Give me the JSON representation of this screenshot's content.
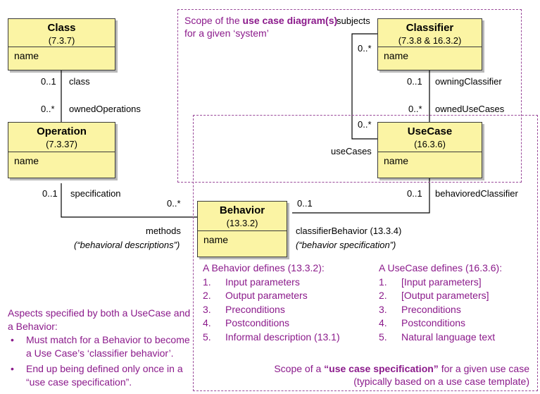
{
  "scopes": {
    "use_case_diagram": {
      "prefix": "Scope of the ",
      "bold": "use case diagram(s)",
      "line2": "for a given ‘system’"
    },
    "use_case_spec": {
      "prefix": "Scope of a ",
      "bold": "“use case specification”",
      "suffix": " for a given use case",
      "line2": "(typically based on a use case template)"
    }
  },
  "classes": {
    "class": {
      "name": "Class",
      "ref": "(7.3.7)",
      "attr": "name"
    },
    "operation": {
      "name": "Operation",
      "ref": "(7.3.37)",
      "attr": "name"
    },
    "classifier": {
      "name": "Classifier",
      "ref": "(7.3.8 & 16.3.2)",
      "attr": "name"
    },
    "usecase": {
      "name": "UseCase",
      "ref": "(16.3.6)",
      "attr": "name"
    },
    "behavior": {
      "name": "Behavior",
      "ref": "(13.3.2)",
      "attr": "name"
    }
  },
  "labels": {
    "class_mult": "0..1",
    "class_role": "class",
    "ops_mult": "0..*",
    "ops_role": "ownedOperations",
    "spec_mult": "0..1",
    "spec_role": "specification",
    "methods_mult": "0..*",
    "methods_role": "methods",
    "methods_note": "(“behavioral descriptions”)",
    "subjects_role": "subjects",
    "subjects_mult": "0..*",
    "usecases_mult": "0..*",
    "usecases_role": "useCases",
    "owning_mult": "0..1",
    "owning_role": "owningClassifier",
    "owned_uc_mult": "0..*",
    "owned_uc_role": "ownedUseCases",
    "bc_mult": "0..1",
    "bc_role": "behavioredClassifier",
    "cb_mult": "0..1",
    "cb_role": "classifierBehavior (13.3.4)",
    "cb_note": "(“behavior specification”)"
  },
  "behavior_defines": {
    "title": "A Behavior defines (13.3.2):",
    "items": [
      {
        "n": "1.",
        "text": "Input parameters"
      },
      {
        "n": "2.",
        "text": "Output parameters"
      },
      {
        "n": "3.",
        "text": "Preconditions"
      },
      {
        "n": "4.",
        "text": "Postconditions"
      },
      {
        "n": "5.",
        "text": "Informal description (13.1)"
      }
    ]
  },
  "usecase_defines": {
    "title": "A UseCase defines (16.3.6):",
    "items": [
      {
        "n": "1.",
        "text": "[Input parameters]"
      },
      {
        "n": "2.",
        "text": "[Output parameters]"
      },
      {
        "n": "3.",
        "text": "Preconditions"
      },
      {
        "n": "4.",
        "text": "Postconditions"
      },
      {
        "n": "5.",
        "text": "Natural language text"
      }
    ]
  },
  "aspects": {
    "line1": "Aspects specified by both a UseCase and",
    "line2": "a Behavior:",
    "bullets": [
      {
        "l1": "Must match for a Behavior to become",
        "l2": "a Use Case’s ‘classifier behavior’."
      },
      {
        "l1": "End up being defined only once in a",
        "l2": "“use case specification”."
      }
    ]
  },
  "colors": {
    "class_fill": "#fbf4a4",
    "note_text": "#8b1a8b",
    "scope_border": "#9a4a9a"
  }
}
